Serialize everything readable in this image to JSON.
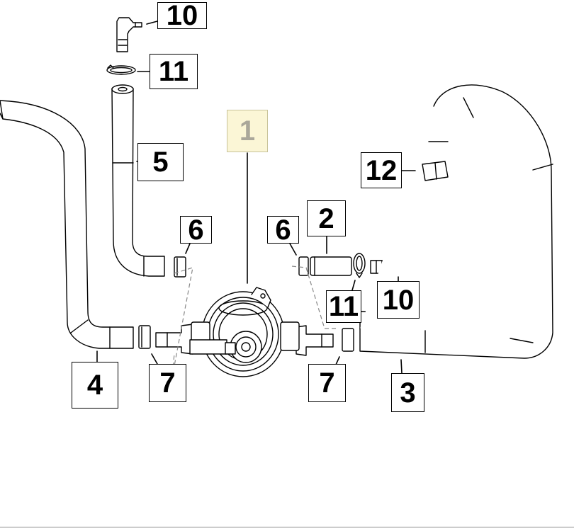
{
  "callouts": [
    {
      "id": "c1",
      "label": "1",
      "selected": true
    },
    {
      "id": "c2",
      "label": "2"
    },
    {
      "id": "c3",
      "label": "3"
    },
    {
      "id": "c4",
      "label": "4"
    },
    {
      "id": "c5",
      "label": "5"
    },
    {
      "id": "c6a",
      "label": "6"
    },
    {
      "id": "c6b",
      "label": "6"
    },
    {
      "id": "c7a",
      "label": "7"
    },
    {
      "id": "c7b",
      "label": "7"
    },
    {
      "id": "c10a",
      "label": "10"
    },
    {
      "id": "c10b",
      "label": "10"
    },
    {
      "id": "c11a",
      "label": "11"
    },
    {
      "id": "c11b",
      "label": "11"
    },
    {
      "id": "c12",
      "label": "12"
    }
  ],
  "colors": {
    "selected_fill": "#fbf6d6",
    "selected_text": "#aaa79a",
    "line": "#000000",
    "guide": "#888888"
  }
}
